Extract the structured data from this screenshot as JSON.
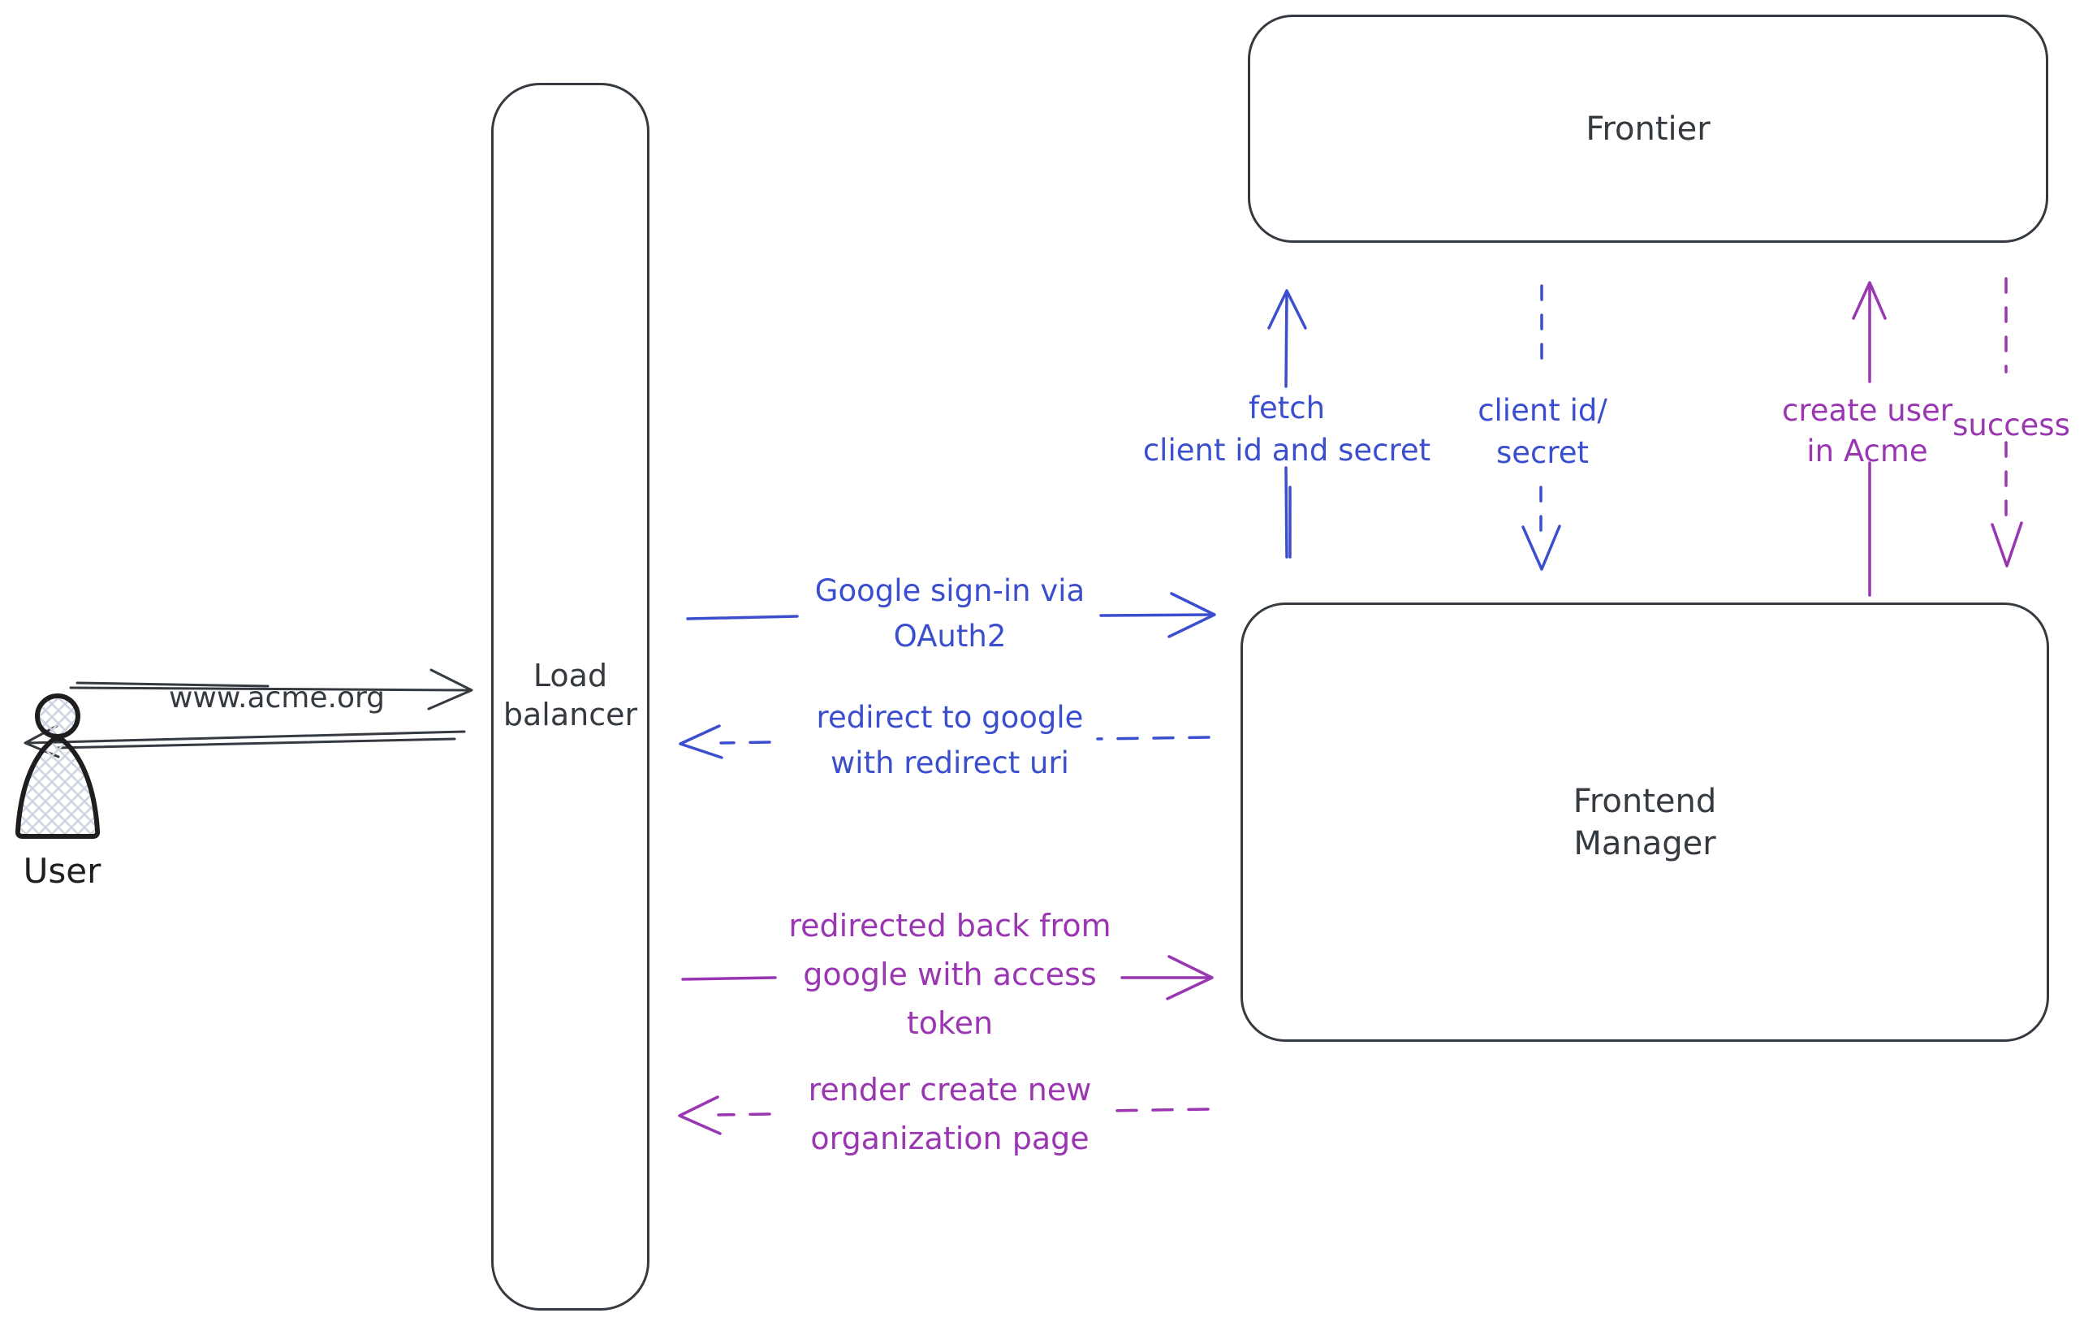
{
  "palette": {
    "ink": "#343a40",
    "blue": "#3b4fce",
    "purple": "#9a36b2",
    "person_outline": "#1e1e1e",
    "person_hatch": "#ccd5de"
  },
  "nodes": {
    "user": {
      "label": "User"
    },
    "load_balancer": {
      "label": [
        "Load",
        "balancer"
      ]
    },
    "frontier": {
      "label": "Frontier"
    },
    "frontend_manager": {
      "label": [
        "Frontend",
        "Manager"
      ]
    }
  },
  "messages": {
    "www_acme": {
      "label": "www.acme.org",
      "style": "solid",
      "color": "ink",
      "direction": "right"
    },
    "lb_response": {
      "style": "solid",
      "color": "ink",
      "direction": "left"
    },
    "google_signin": {
      "lines": [
        "Google sign-in via",
        "OAuth2"
      ],
      "style": "solid",
      "color": "blue",
      "direction": "right"
    },
    "redirect_google": {
      "lines": [
        "redirect to google",
        "with redirect uri"
      ],
      "style": "dashed",
      "color": "blue",
      "direction": "left"
    },
    "fetch_secret": {
      "lines": [
        "fetch",
        "client id and secret"
      ],
      "style": "solid",
      "color": "blue",
      "direction": "up"
    },
    "client_id_secret": {
      "lines": [
        "client id/",
        "secret"
      ],
      "style": "dashed",
      "color": "blue",
      "direction": "down"
    },
    "create_user": {
      "lines": [
        "create user",
        "in Acme"
      ],
      "style": "solid",
      "color": "purple",
      "direction": "up"
    },
    "success": {
      "lines": [
        "success"
      ],
      "style": "dashed",
      "color": "purple",
      "direction": "down"
    },
    "redirected_back": {
      "lines": [
        "redirected back from",
        "google with access",
        "token"
      ],
      "style": "solid",
      "color": "purple",
      "direction": "right"
    },
    "render_org_page": {
      "lines": [
        "render create new",
        "organization page"
      ],
      "style": "dashed",
      "color": "purple",
      "direction": "left"
    }
  }
}
